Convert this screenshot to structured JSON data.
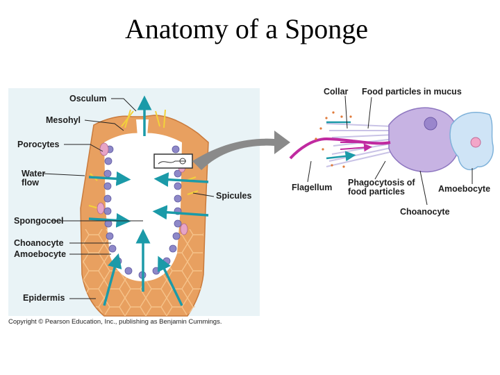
{
  "title": "Anatomy of a Sponge",
  "labels": {
    "osculum": "Osculum",
    "mesohyl": "Mesohyl",
    "porocytes": "Porocytes",
    "water_flow": "Water flow",
    "spicules": "Spicules",
    "spongocoel": "Spongocoel",
    "choanocyte_left": "Choanocyte",
    "amoebocyte_left": "Amoebocyte",
    "epidermis": "Epidermis",
    "collar": "Collar",
    "food_particles": "Food particles in mucus",
    "flagellum": "Flagellum",
    "phagocytosis": "Phagocytosis of food particles",
    "amoebocyte_right": "Amoebocyte",
    "choanocyte_right": "Choanocyte"
  },
  "copyright": "Copyright © Pearson Education, Inc., publishing as Benjamin Cummings.",
  "colors": {
    "body_tan": "#e8a060",
    "body_light": "#f6c48c",
    "water_arrow": "#1b9aa8",
    "choanocyte": "#8e88c8",
    "amoebocyte_cell": "#cfe4f6",
    "callout_arrow": "#8a8a8a"
  }
}
